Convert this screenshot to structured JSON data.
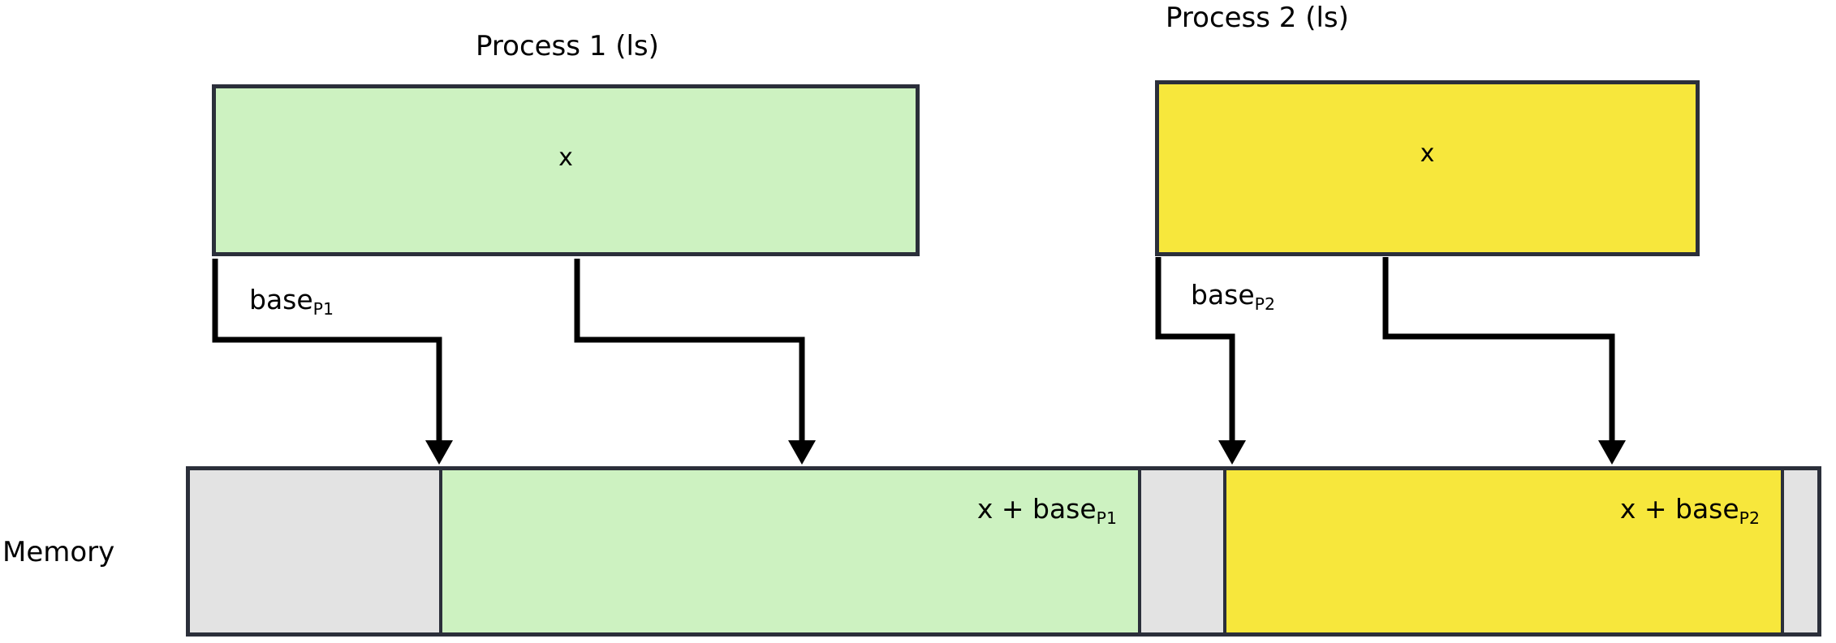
{
  "diagram": {
    "title_process1": "Process 1 (ls)",
    "title_process2": "Process 2 (ls)",
    "memory_label": "Memory",
    "process1": {
      "var_label": "x",
      "base_label_text": "base",
      "base_label_sub": "P1",
      "box_color": "#cdf2c1",
      "border_color": "#2b2f3a"
    },
    "process2": {
      "var_label": "x",
      "base_label_text": "base",
      "base_label_sub": "P2",
      "box_color": "#f7e73c",
      "border_color": "#2b2f3a"
    },
    "memory": {
      "segments": [
        {
          "name": "free-left",
          "color": "#e3e3e3",
          "label_text": "",
          "label_sub": ""
        },
        {
          "name": "process1-block",
          "color": "#cdf2c1",
          "label_text": "x + base",
          "label_sub": "P1"
        },
        {
          "name": "free-middle",
          "color": "#e3e3e3",
          "label_text": "",
          "label_sub": ""
        },
        {
          "name": "process2-block",
          "color": "#f7e73c",
          "label_text": "x + base",
          "label_sub": "P2"
        },
        {
          "name": "free-right",
          "color": "#e3e3e3",
          "label_text": "",
          "label_sub": ""
        }
      ]
    },
    "colors": {
      "green": "#cdf2c1",
      "yellow": "#f7e73c",
      "gray": "#e3e3e3",
      "stroke": "#2b2f3a",
      "wire": "#000000",
      "background": "#ffffff"
    }
  }
}
